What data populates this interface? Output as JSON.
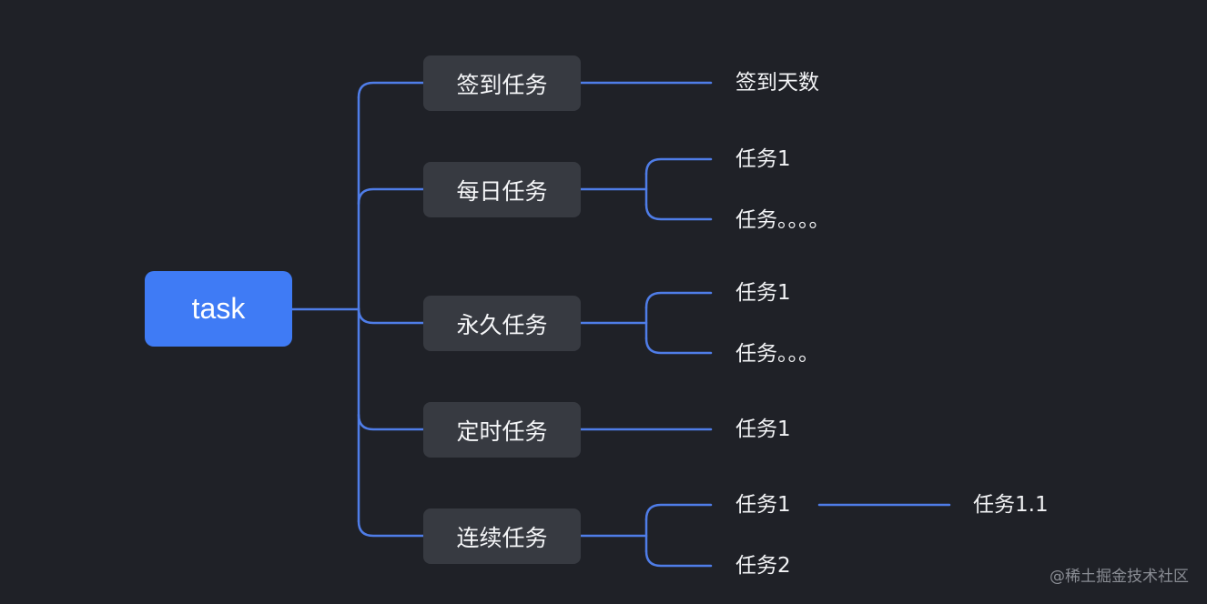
{
  "mindmap": {
    "root": "task",
    "branches": [
      {
        "label": "签到任务",
        "children": [
          {
            "label": "签到天数"
          }
        ]
      },
      {
        "label": "每日任务",
        "children": [
          {
            "label": "任务1"
          },
          {
            "label": "任务。。。。"
          }
        ]
      },
      {
        "label": "永久任务",
        "children": [
          {
            "label": "任务1"
          },
          {
            "label": "任务。。。"
          }
        ]
      },
      {
        "label": "定时任务",
        "children": [
          {
            "label": "任务1"
          }
        ]
      },
      {
        "label": "连续任务",
        "children": [
          {
            "label": "任务1",
            "children": [
              {
                "label": "任务1.1"
              }
            ]
          },
          {
            "label": "任务2"
          }
        ]
      }
    ]
  },
  "watermark": "@稀土掘金技术社区",
  "colors": {
    "background": "#1f2127",
    "connector": "#4f7de8",
    "root_fill": "#3f7bf5",
    "branch_fill": "#373a41",
    "text": "#f2f3f5"
  }
}
